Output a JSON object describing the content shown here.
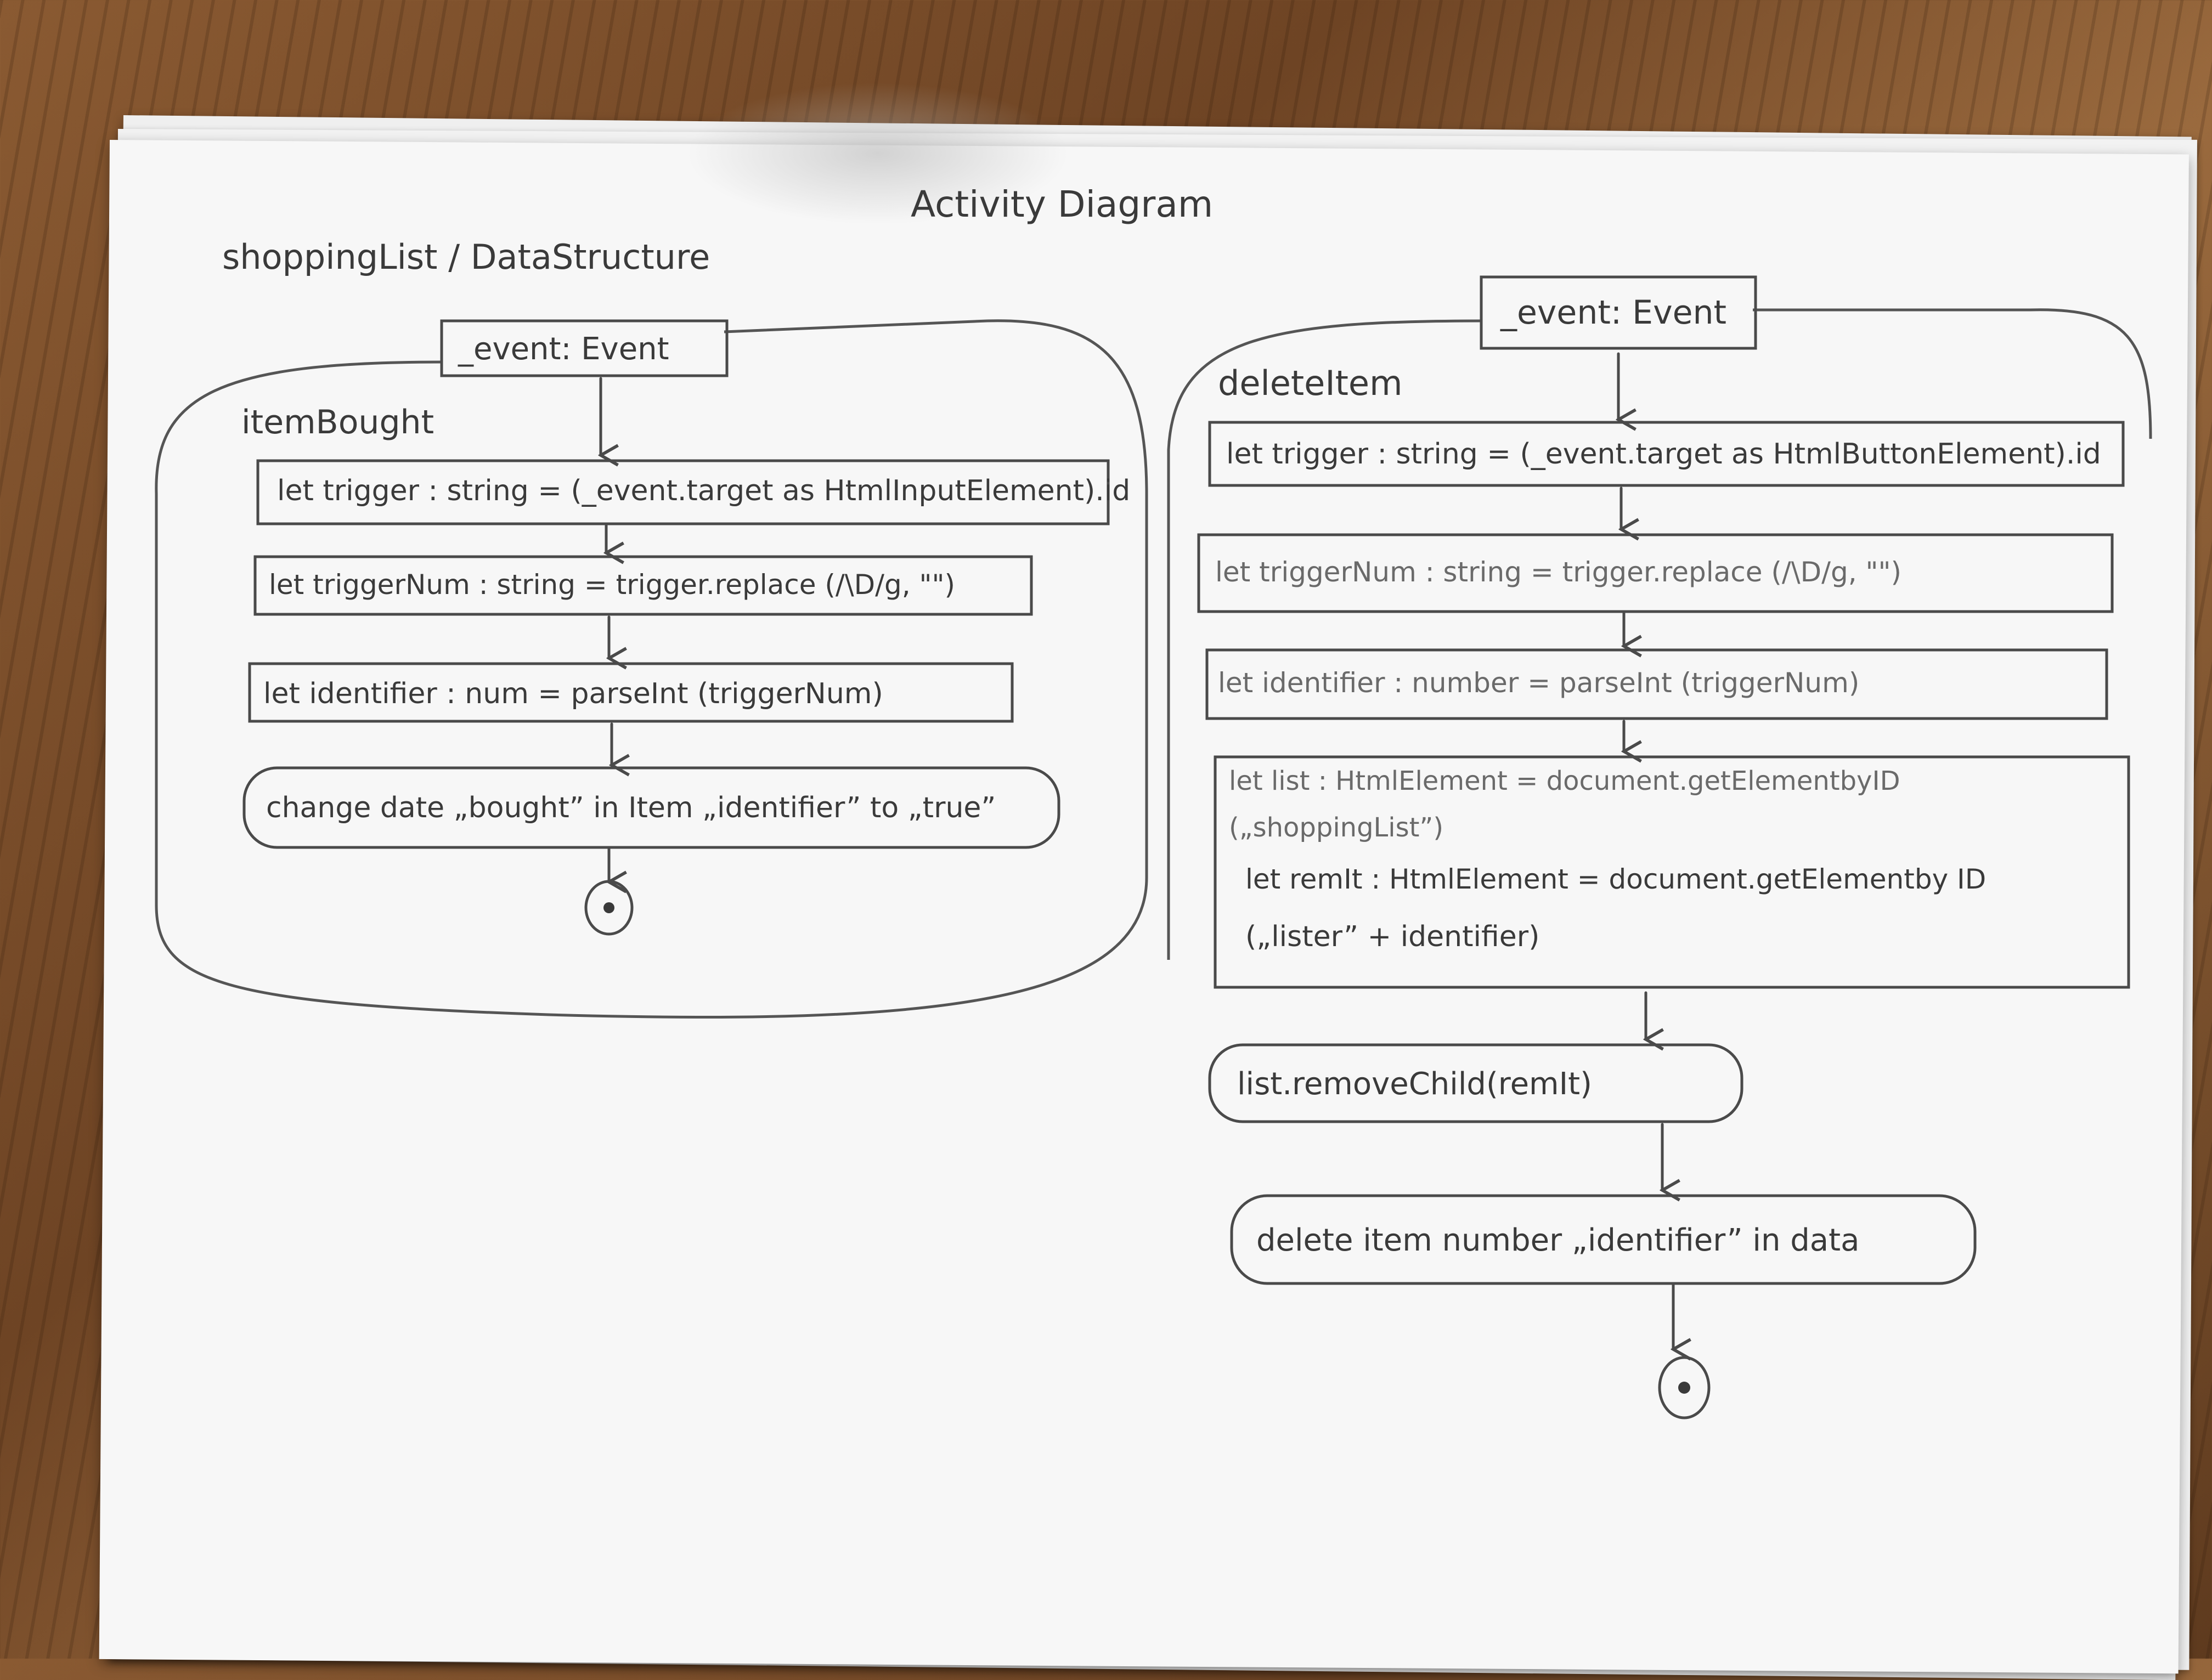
{
  "diagram": {
    "header": "Activity Diagram",
    "subtitle": "shoppingList / DataStructure",
    "left": {
      "event_label": "_event: Event",
      "activity_name": "itemBought",
      "steps": [
        "let trigger : string = (_event.target as HtmlInputElement).id",
        "let triggerNum : string = trigger.replace (/\\D/g, \"\")",
        "let identifier : num = parseInt (triggerNum)",
        "change date „bought” in Item „identifier” to „true”"
      ],
      "end_node": "final-node"
    },
    "right": {
      "event_label": "_event: Event",
      "activity_name": "deleteItem",
      "steps": [
        "let trigger : string = (_event.target as HtmlButtonElement).id",
        "let triggerNum : string = trigger.replace (/\\D/g, \"\")",
        "let identifier : number = parseInt (triggerNum)"
      ],
      "multi_step": {
        "line1": "let list : HtmlElement = document.getElementbyID",
        "line2": "(„shoppingList”)",
        "line3": "let remIt : HtmlElement = document.getElementby ID",
        "line4": "(„lister” + identifier)"
      },
      "action_remove": "list.removeChild(remIt)",
      "action_delete": "delete item number „identifier” in data",
      "end_node": "final-node"
    }
  }
}
